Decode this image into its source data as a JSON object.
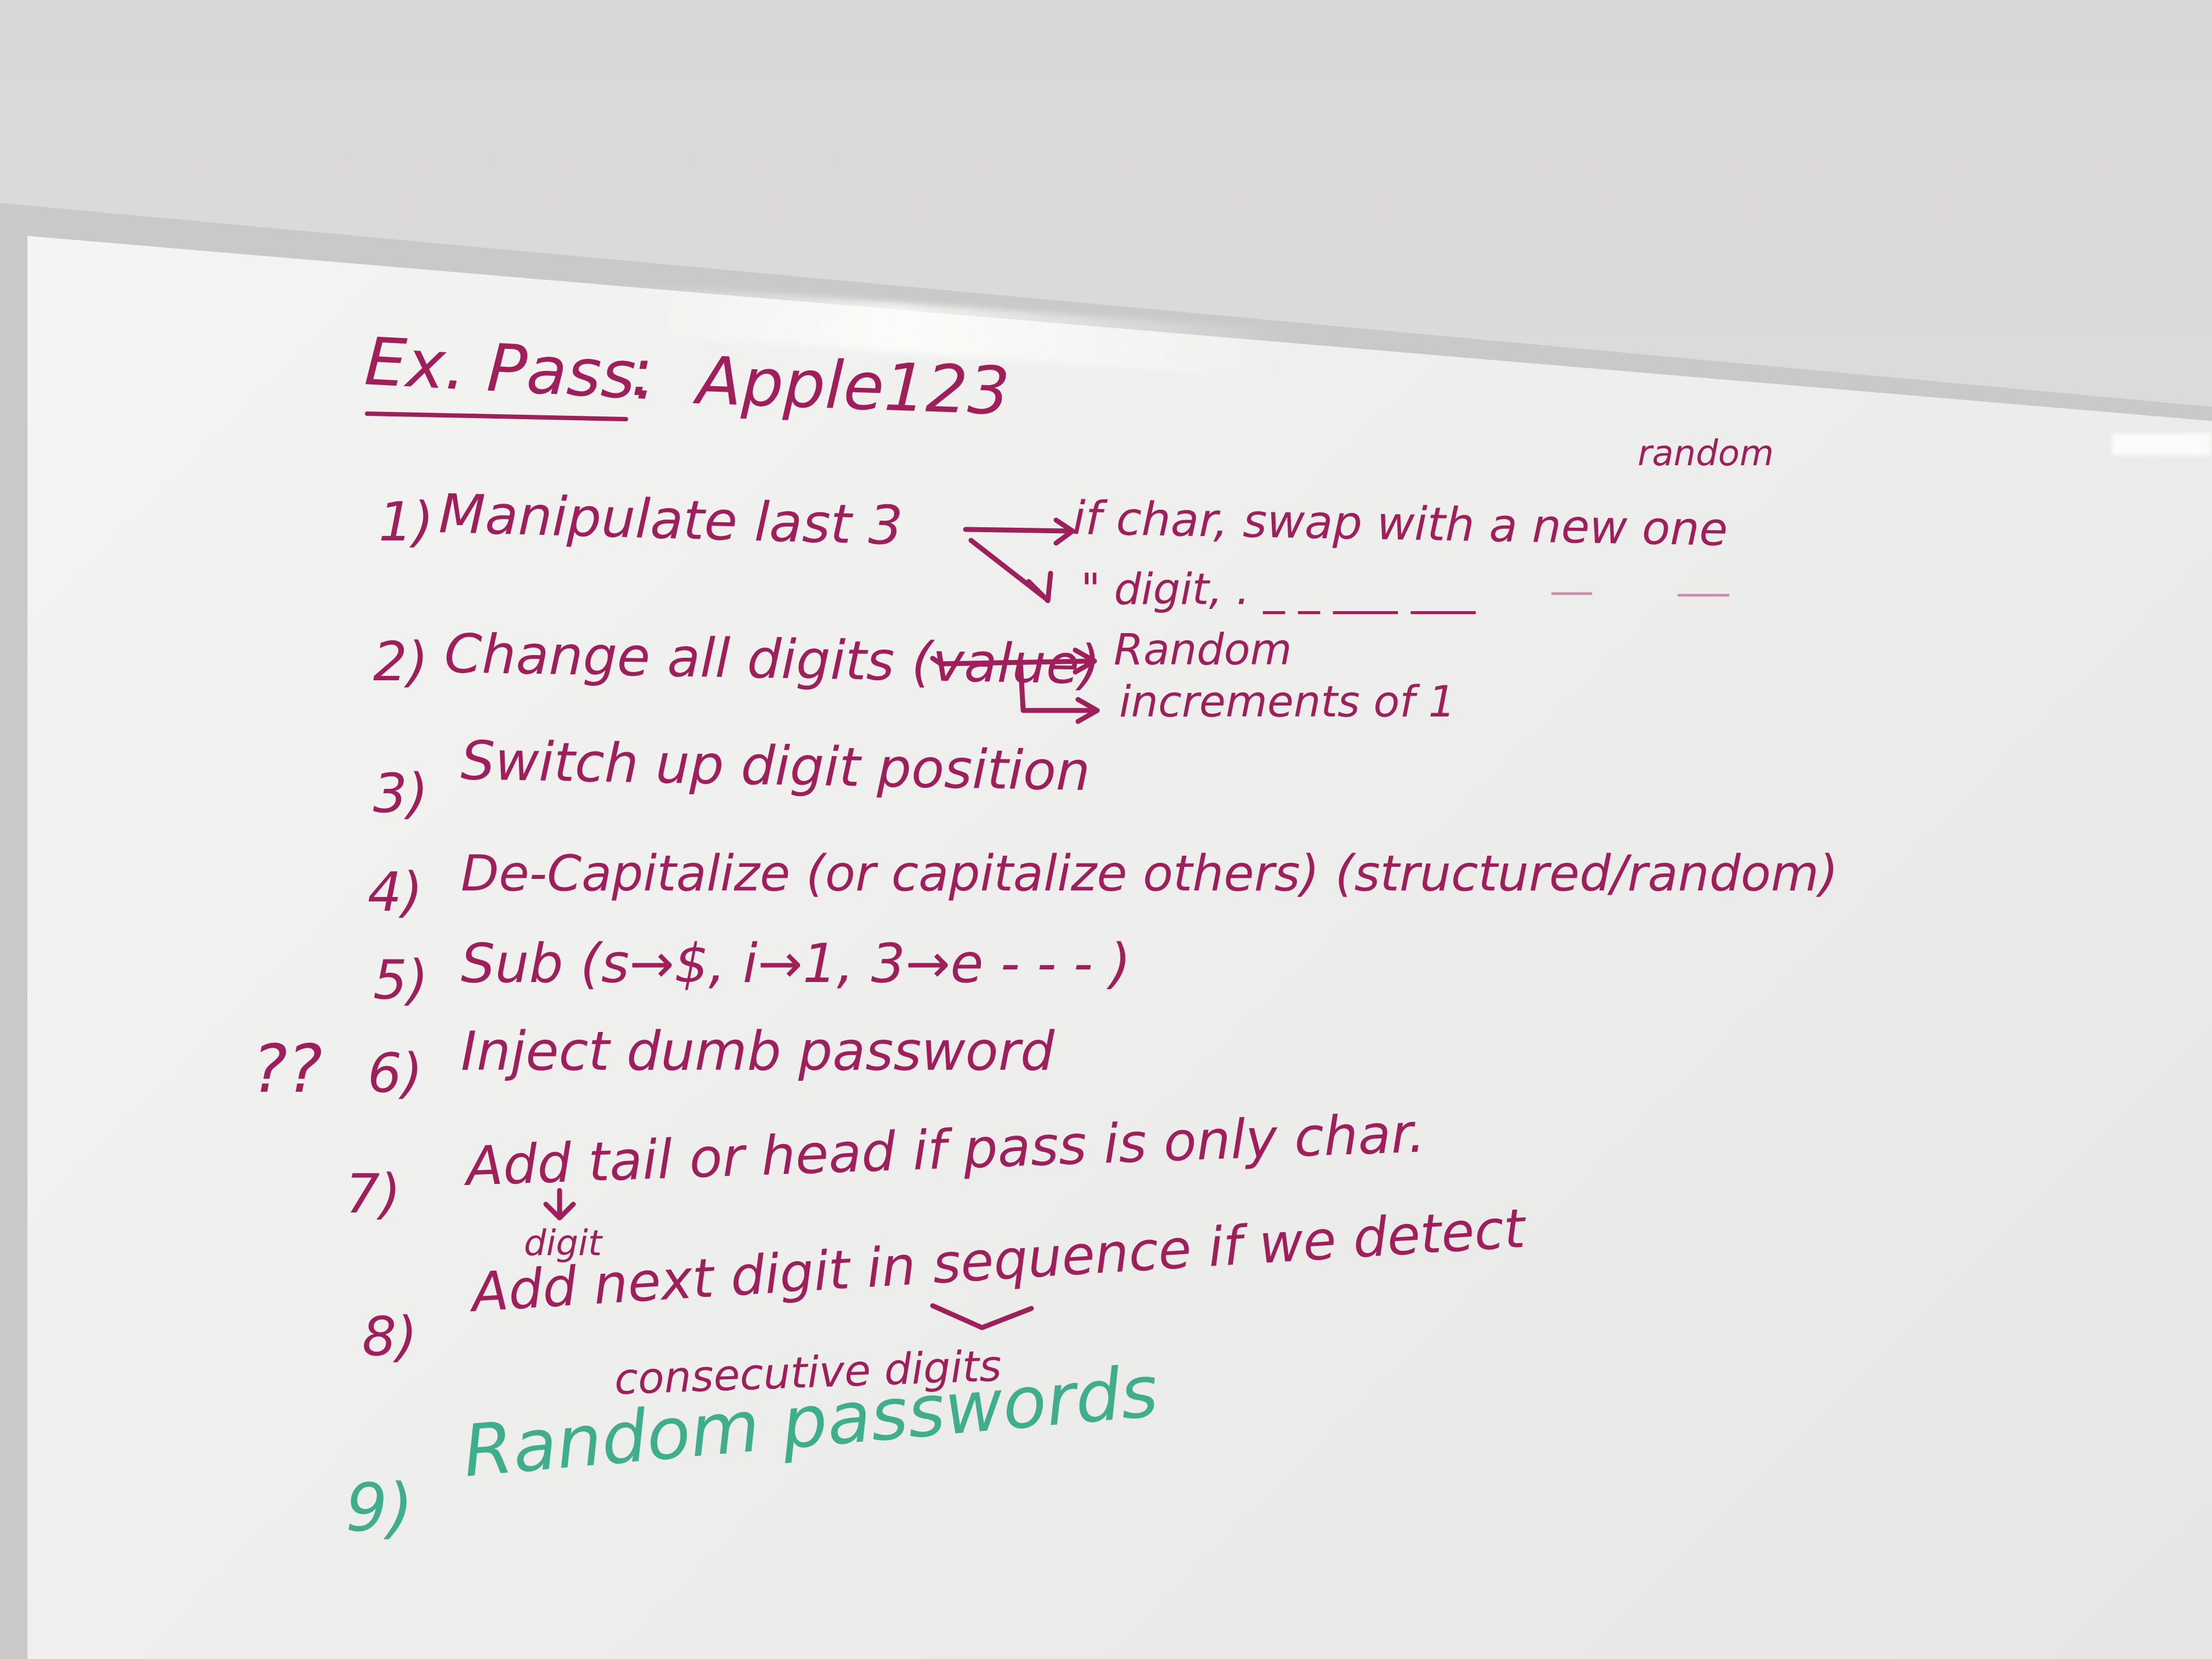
{
  "board": {
    "title": "Ex. Pass. : Apple123",
    "title_prefix": "Ex. Pass.",
    "title_sep": ":",
    "title_value": "Apple123",
    "items": [
      {
        "num": "1)",
        "text": "Manipulate last 3"
      },
      {
        "num": "2)",
        "text": "Change all digits (value)"
      },
      {
        "num": "3)",
        "text": "Switch up digit position"
      },
      {
        "num": "4)",
        "text": "De-Capitalize (or capitalize others) (structured/random)"
      },
      {
        "num": "5)",
        "text": "Sub (s→$, i→1, 3→e - - - )"
      },
      {
        "num": "6)",
        "text": "Inject dumb password"
      },
      {
        "num": "7)",
        "text": "Add tail or head if pass is only char."
      },
      {
        "num": "8)",
        "text": "Add next digit in sequence if we detect"
      },
      {
        "num": "9)",
        "text": "Random passwords"
      }
    ],
    "marks": {
      "question": "??",
      "branch1a": "if char, swap with a new one",
      "branch1a_note": "random",
      "branch1b": "\" digit, . _  _  ___  ___",
      "branch2a": "Random",
      "branch2b": "increments of 1",
      "note7": "digit",
      "note8": "consecutive digits"
    },
    "colors": {
      "magenta_ink": "#a01e5a",
      "green_ink": "#3fae8c",
      "board": "#efefed"
    }
  }
}
